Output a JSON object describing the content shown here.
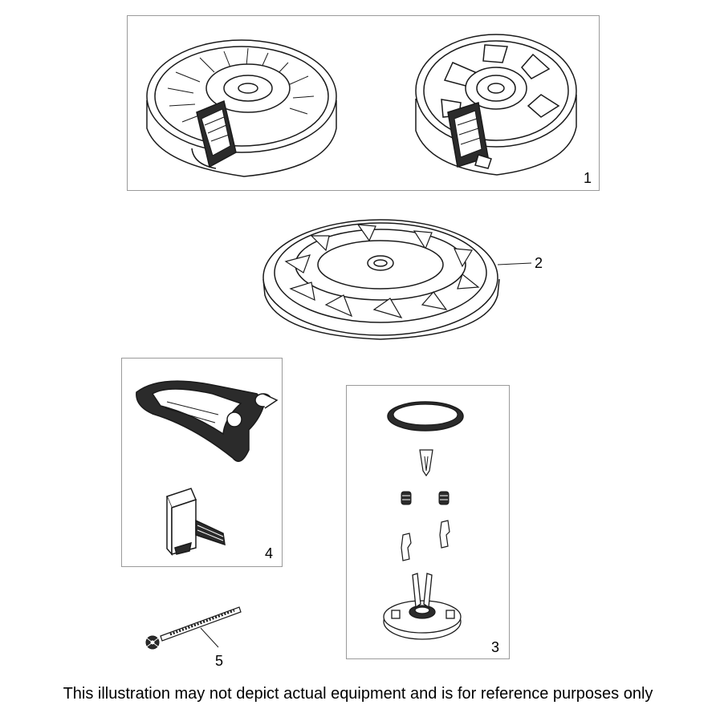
{
  "callouts": {
    "part1": "1",
    "part2": "2",
    "part3": "3",
    "part4": "4",
    "part5": "5"
  },
  "disclaimer": "This illustration may not depict actual equipment and is for reference purposes only",
  "colors": {
    "line": "#1a1a1a",
    "panel_border": "#9a9a9a",
    "fill_dark": "#2b2b2b",
    "fill_light": "#ffffff"
  }
}
